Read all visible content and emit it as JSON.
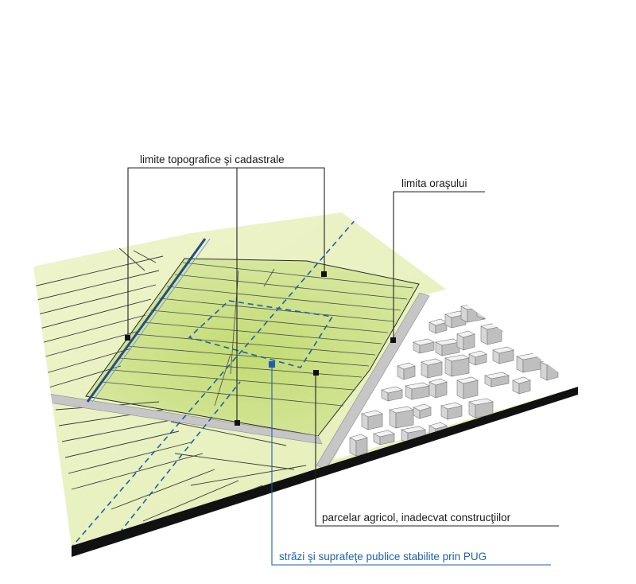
{
  "labels": {
    "topo": "limite topografice şi cadastrale",
    "city": "limita oraşului",
    "agri": "parcelar agricol, inadecvat construcţiilor",
    "streets": "străzi şi suprafeţe publice stabilite prin PUG"
  },
  "colors": {
    "field_light": "#e9f1c2",
    "field_mid": "#dbe9a9",
    "field_dark": "#c9de85",
    "road": "#c8c8c8",
    "urban": "#ffffff",
    "base": "#111111",
    "leader": "#222222",
    "dashed": "#1f5fb0",
    "parcel_line": "#333333"
  }
}
